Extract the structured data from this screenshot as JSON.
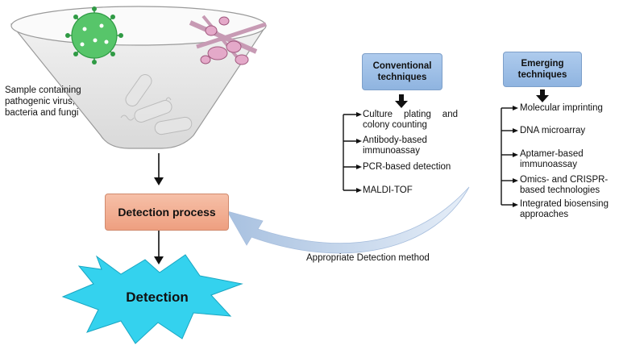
{
  "sample_label": "Sample containing pathogenic virus, bacteria and fungi",
  "conventional": {
    "title": "Conventional techniques",
    "items": [
      "Culture plating and colony counting",
      "Antibody-based immunoassay",
      "PCR-based detection",
      "MALDI-TOF"
    ]
  },
  "emerging": {
    "title": "Emerging techniques",
    "items": [
      "Molecular imprinting",
      "DNA microarray",
      "Aptamer-based immunoassay",
      "Omics- and CRISPR-based technologies",
      "Integrated biosensing approaches"
    ]
  },
  "detection_process": "Detection process",
  "detection": "Detection",
  "method_label": "Appropriate Detection method",
  "colors": {
    "virus": "#57c56a",
    "process_box": "#f2ad92",
    "burst": "#34d2ee",
    "blue_box": "#9fc0e8",
    "curved_arrow": "#b6cce6"
  }
}
